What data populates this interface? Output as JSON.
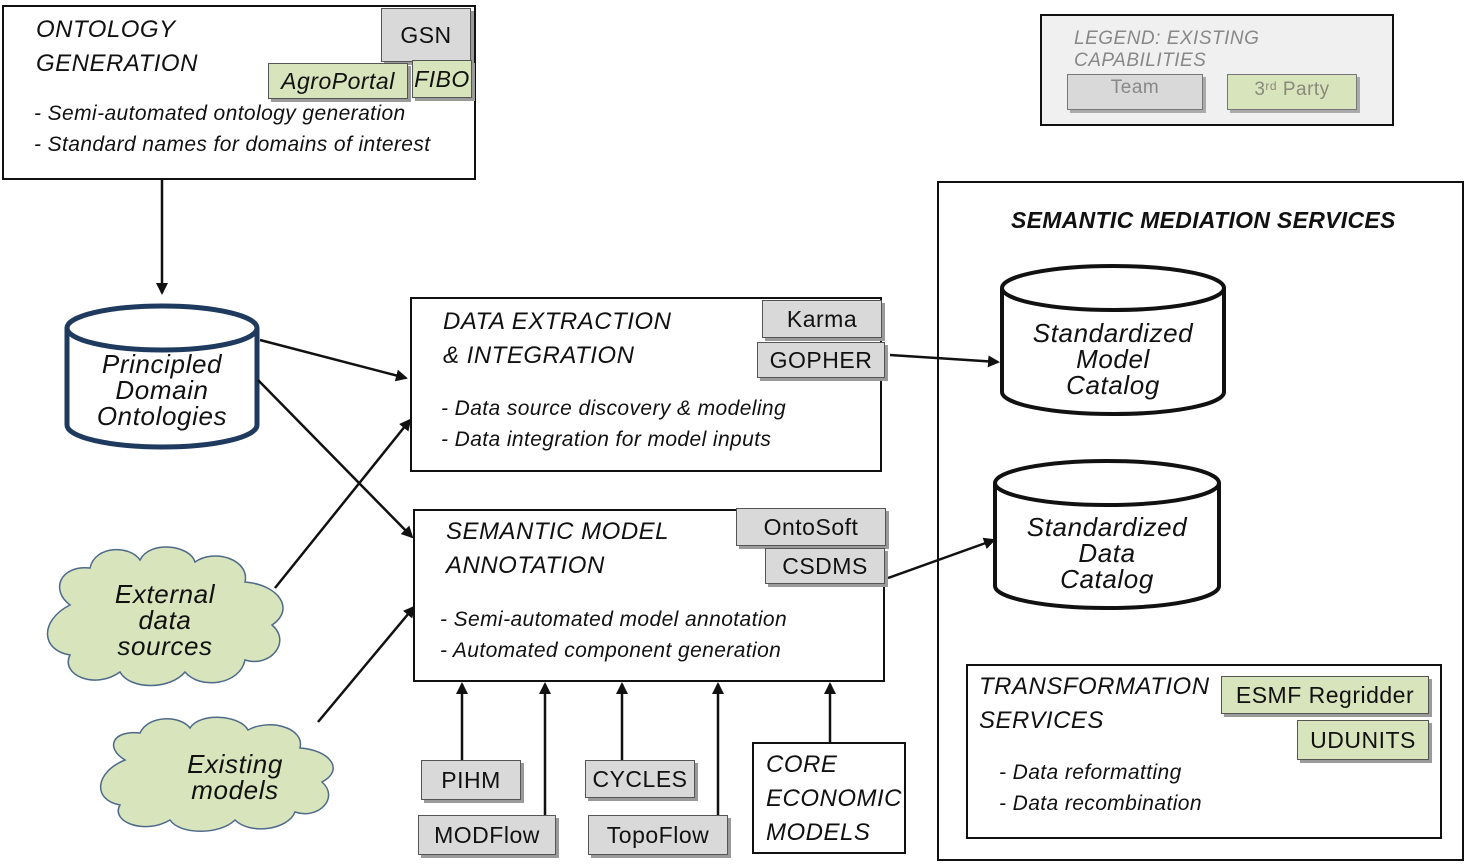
{
  "ontology_generation": {
    "title_line1": "ONTOLOGY",
    "title_line2": "GENERATION",
    "bullet1": "- Semi-automated ontology generation",
    "bullet2": "- Standard names for domains of interest",
    "tags": {
      "gsn": "GSN",
      "agroportal": "AgroPortal",
      "fibo": "FIBO"
    }
  },
  "legend": {
    "title": "LEGEND: EXISTING CAPABILITIES",
    "team": "Team",
    "third_party_main": "3",
    "third_party_sup": "rd",
    "third_party_rest": " Party"
  },
  "principled_ontologies": {
    "line1": "Principled",
    "line2": "Domain",
    "line3": "Ontologies"
  },
  "data_extraction": {
    "title_line1": "DATA EXTRACTION",
    "title_line2": "& INTEGRATION",
    "bullet1": "- Data source discovery & modeling",
    "bullet2": "- Data integration for model inputs",
    "tags": {
      "karma": "Karma",
      "gopher": "GOPHER"
    }
  },
  "semantic_annotation": {
    "title_line1": "SEMANTIC MODEL",
    "title_line2": "ANNOTATION",
    "bullet1": "- Semi-automated model annotation",
    "bullet2": "- Automated component generation",
    "tags": {
      "ontosoft": "OntoSoft",
      "csdms": "CSDMS"
    }
  },
  "external_sources": {
    "line1": "External",
    "line2": "data",
    "line3": "sources"
  },
  "existing_models": {
    "line1": "Existing",
    "line2": "models"
  },
  "model_tags": {
    "pihm": "PIHM",
    "modflow": "MODFlow",
    "cycles": "CYCLES",
    "topoflow": "TopoFlow"
  },
  "core_economic": {
    "line1": "CORE",
    "line2": "ECONOMIC",
    "line3": "MODELS"
  },
  "semantic_mediation": {
    "title": "SEMANTIC MEDIATION SERVICES",
    "model_catalog": {
      "line1": "Standardized",
      "line2": "Model",
      "line3": "Catalog"
    },
    "data_catalog": {
      "line1": "Standardized",
      "line2": "Data",
      "line3": "Catalog"
    },
    "transformation": {
      "title_line1": "TRANSFORMATION",
      "title_line2": "SERVICES",
      "bullet1": "- Data reformatting",
      "bullet2": "- Data recombination",
      "tags": {
        "esmf": "ESMF Regridder",
        "udunits": "UDUNITS"
      }
    }
  },
  "colors": {
    "team": "#d9d9d9",
    "third_party": "#d8e4bc",
    "cloud": "#d8e4bc",
    "ontology_border": "#1f3a5f"
  }
}
